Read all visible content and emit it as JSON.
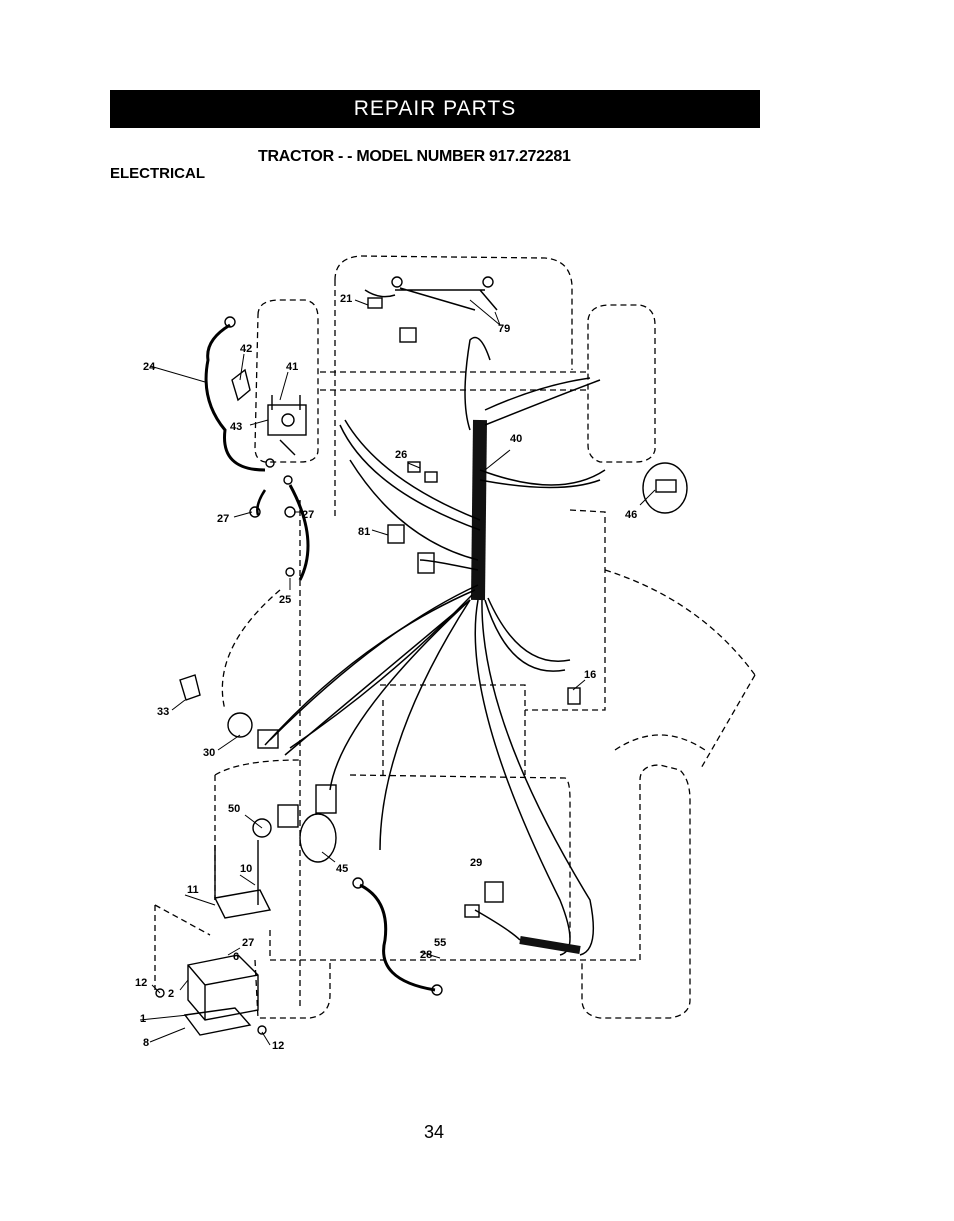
{
  "banner": "REPAIR PARTS",
  "title": "TRACTOR - - MODEL NUMBER 917.272281",
  "section": "ELECTRICAL",
  "page_number": "34",
  "callouts": {
    "c1": "1",
    "c2": "2",
    "c8": "8",
    "c10": "10",
    "c11": "11",
    "c12a": "12",
    "c12b": "12",
    "c16": "16",
    "c21": "21",
    "c24": "24",
    "c25": "25",
    "c26": "26",
    "c27a": "27",
    "c27b": "27",
    "c27c": "27",
    "c28": "28",
    "c29": "29",
    "c30": "30",
    "c33": "33",
    "c40": "40",
    "c41": "41",
    "c42": "42",
    "c43": "43",
    "c45": "45",
    "c46": "46",
    "c50": "50",
    "c55": "55",
    "c79": "79",
    "c81": "81",
    "c6": "6"
  }
}
